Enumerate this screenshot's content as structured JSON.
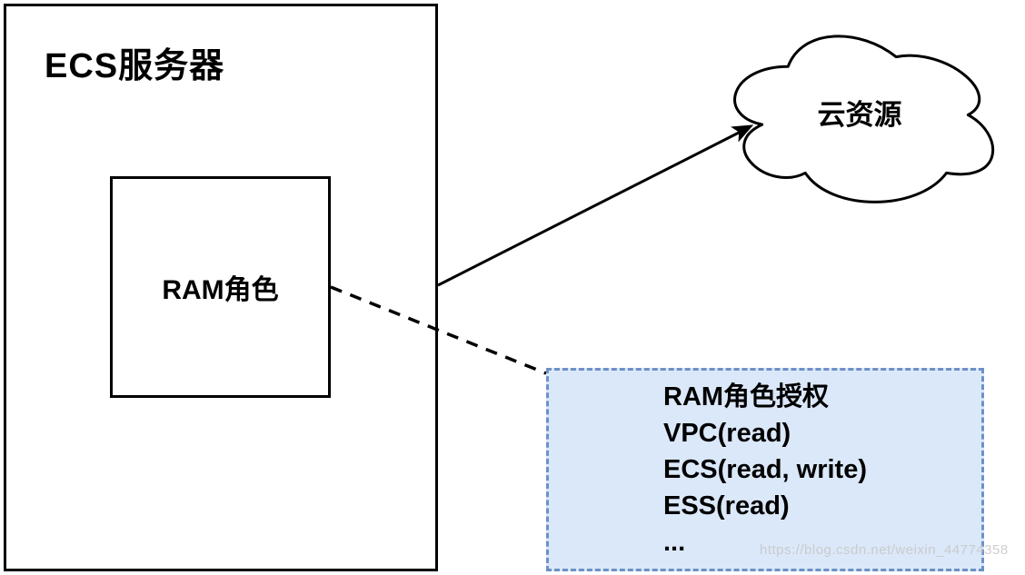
{
  "diagram": {
    "ecs_server_box": {
      "label": "ECS服务器"
    },
    "ram_role_box": {
      "label": "RAM角色"
    },
    "cloud": {
      "label": "云资源"
    },
    "ram_auth_panel": {
      "title": "RAM角色授权",
      "items": [
        "VPC(read)",
        "ECS(read, write)",
        "ESS(read)",
        "..."
      ]
    },
    "watermark": {
      "text": "https://blog.csdn.net/weixin_44774358"
    },
    "colors": {
      "stroke": "#000000",
      "panel_bg": "#dbe8f9",
      "panel_border": "#6d91c5",
      "watermark": "#c6c6c6"
    }
  }
}
